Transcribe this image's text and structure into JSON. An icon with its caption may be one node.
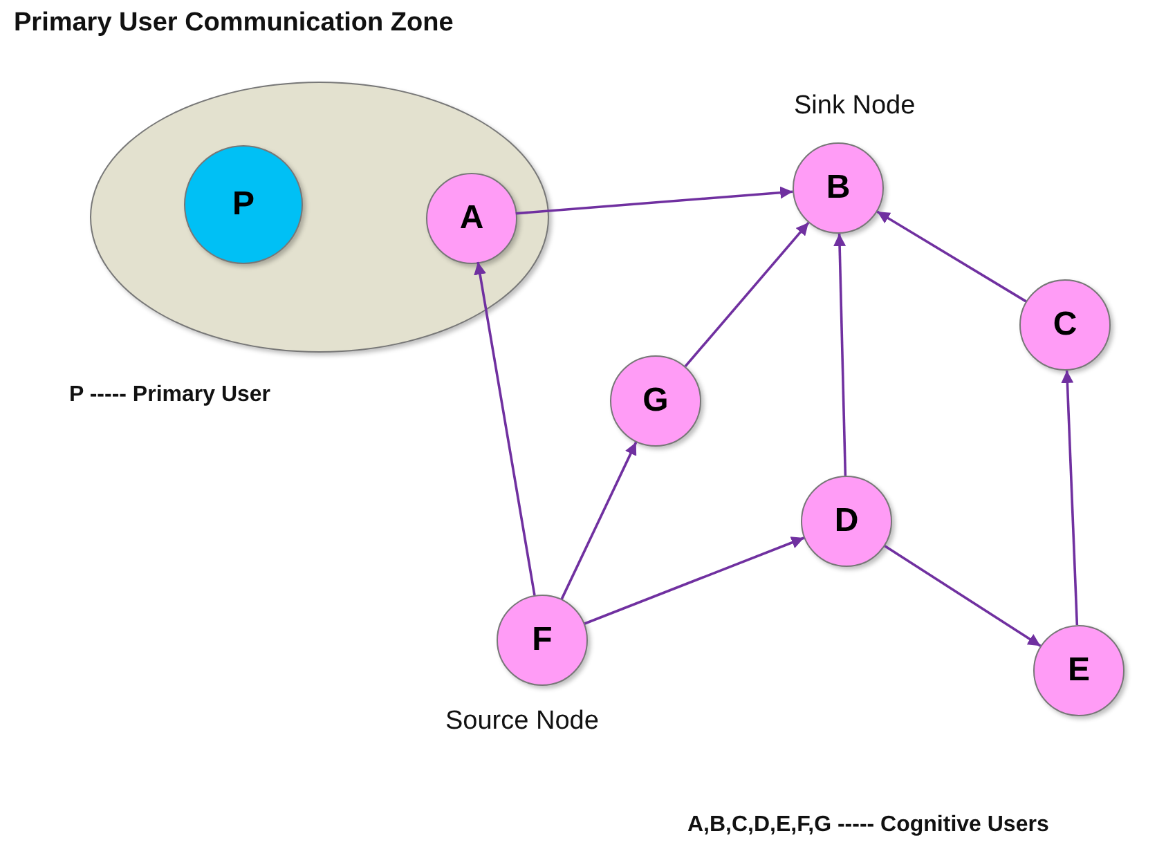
{
  "diagram": {
    "title": "Primary User Communication Zone",
    "nodes": [
      {
        "text": [],
        "shape": "ellipse"
      },
      {
        "text": [
          "P"
        ],
        "in": 0
      },
      {
        "text": [
          "A"
        ],
        "in": 0
      },
      {
        "text": [
          "B"
        ],
        "beside": [
          "Sink Node"
        ]
      },
      {
        "text": [
          "C"
        ]
      },
      {
        "text": [
          "G"
        ]
      },
      {
        "text": [
          "D"
        ]
      },
      {
        "text": [
          "F"
        ],
        "beside": [
          "Source Node"
        ]
      },
      {
        "text": [
          "E"
        ]
      }
    ],
    "edges": [
      {
        "from": 2,
        "to": 3,
        "arrow": "to"
      },
      {
        "from": 5,
        "to": 3,
        "arrow": "to"
      },
      {
        "from": 6,
        "to": 3,
        "arrow": "to"
      },
      {
        "from": 4,
        "to": 3,
        "arrow": "to"
      },
      {
        "from": 7,
        "to": 2,
        "arrow": "to"
      },
      {
        "from": 7,
        "to": 5,
        "arrow": "to"
      },
      {
        "from": 7,
        "to": 6,
        "arrow": "to"
      },
      {
        "from": 6,
        "to": 8,
        "arrow": "to"
      },
      {
        "from": 8,
        "to": 4,
        "arrow": "to"
      }
    ],
    "labels": [
      "P ----- Primary User",
      "A,B,C,D,E,F,G ----- Cognitive Users"
    ]
  }
}
